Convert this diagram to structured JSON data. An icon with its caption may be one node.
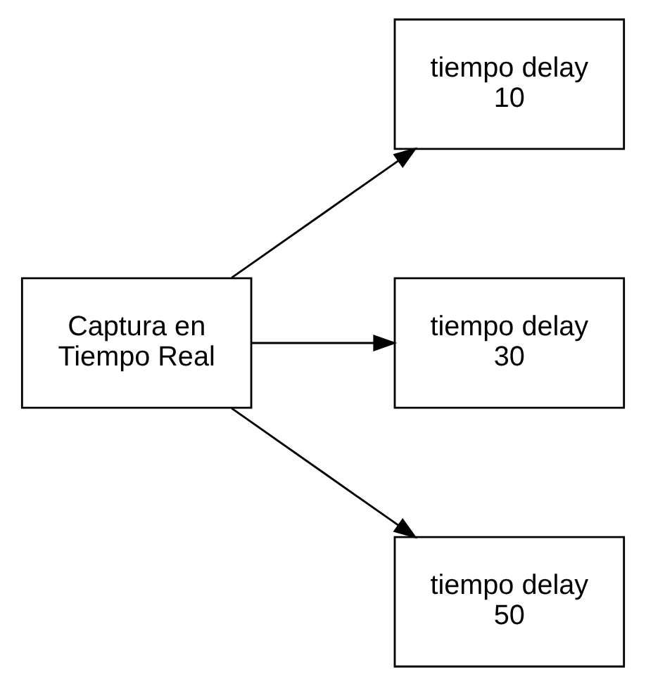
{
  "diagram": {
    "nodes": [
      {
        "text": [
          "Captura en Tiempo Real"
        ]
      },
      {
        "text": [
          "tiempo delay 10"
        ]
      },
      {
        "text": [
          "tiempo delay 30"
        ]
      },
      {
        "text": [
          "tiempo delay 50"
        ]
      }
    ],
    "edges": [
      {
        "from": 0,
        "to": 1,
        "arrow": "to"
      },
      {
        "from": 0,
        "to": 2,
        "arrow": "to"
      },
      {
        "from": 0,
        "to": 3,
        "arrow": "to"
      }
    ]
  }
}
